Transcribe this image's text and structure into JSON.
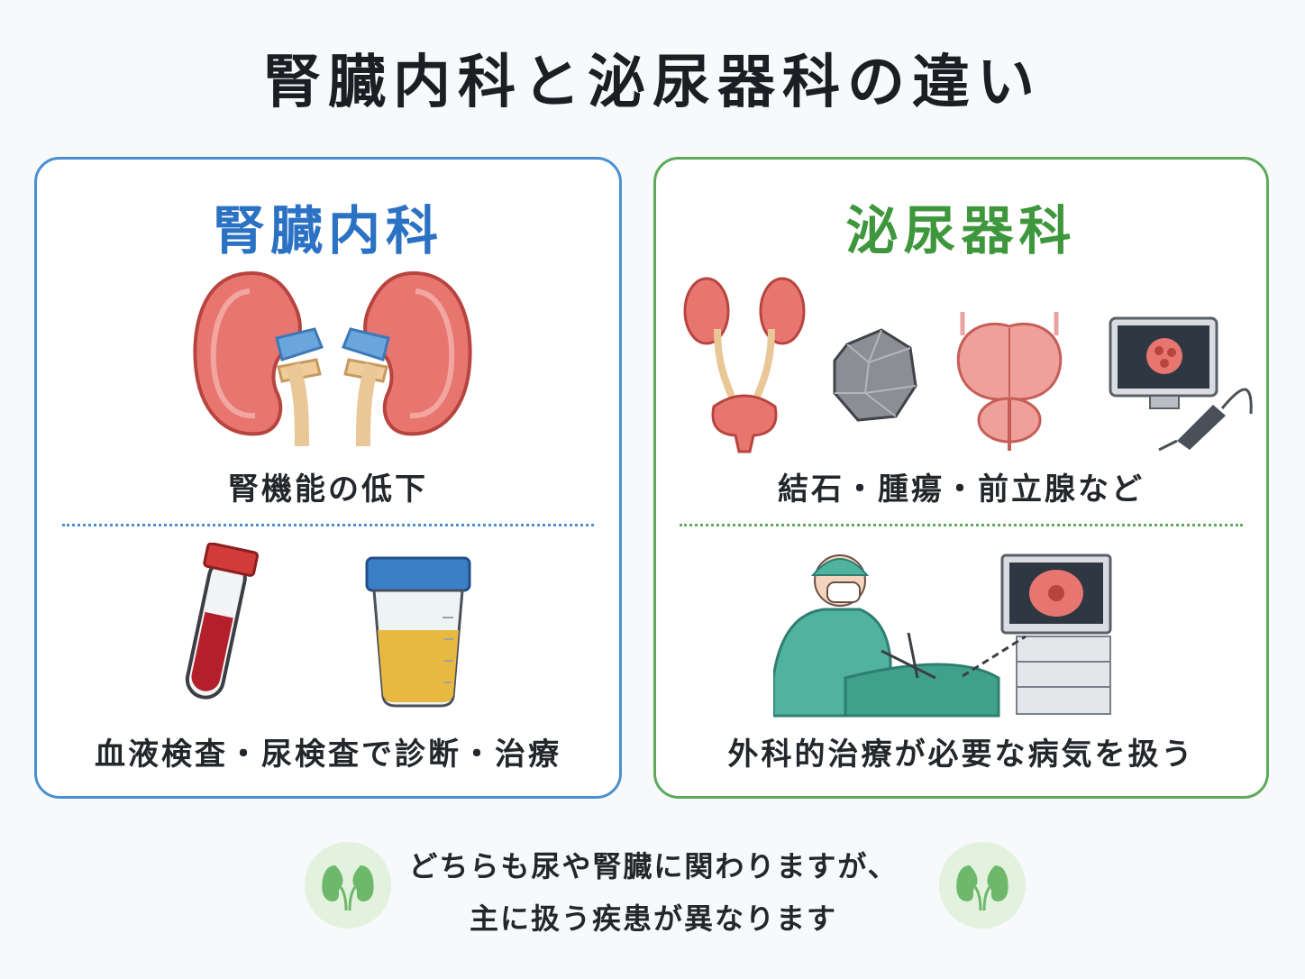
{
  "title": "腎臓内科と泌尿器科の違い",
  "nephrology": {
    "heading": "腎臓内科",
    "caption_top": "腎機能の低下",
    "caption_bottom": "血液検査・尿検査で診断・治療",
    "accent_color": "#2b72c4",
    "icons": [
      "kidneys-icon",
      "blood-test-tube-icon",
      "urine-cup-icon"
    ]
  },
  "urology": {
    "heading": "泌尿器科",
    "caption_top": "結石・腫瘍・前立腺など",
    "caption_bottom": "外科的治療が必要な病気を扱う",
    "accent_color": "#3f973d",
    "icons": [
      "urinary-tract-icon",
      "kidney-stone-icon",
      "prostate-icon",
      "endoscope-monitor-icon",
      "surgeon-icon"
    ]
  },
  "footer": {
    "line1": "どちらも尿や腎臓に関わりますが、",
    "line2": "主に扱う疾患が異なります"
  }
}
